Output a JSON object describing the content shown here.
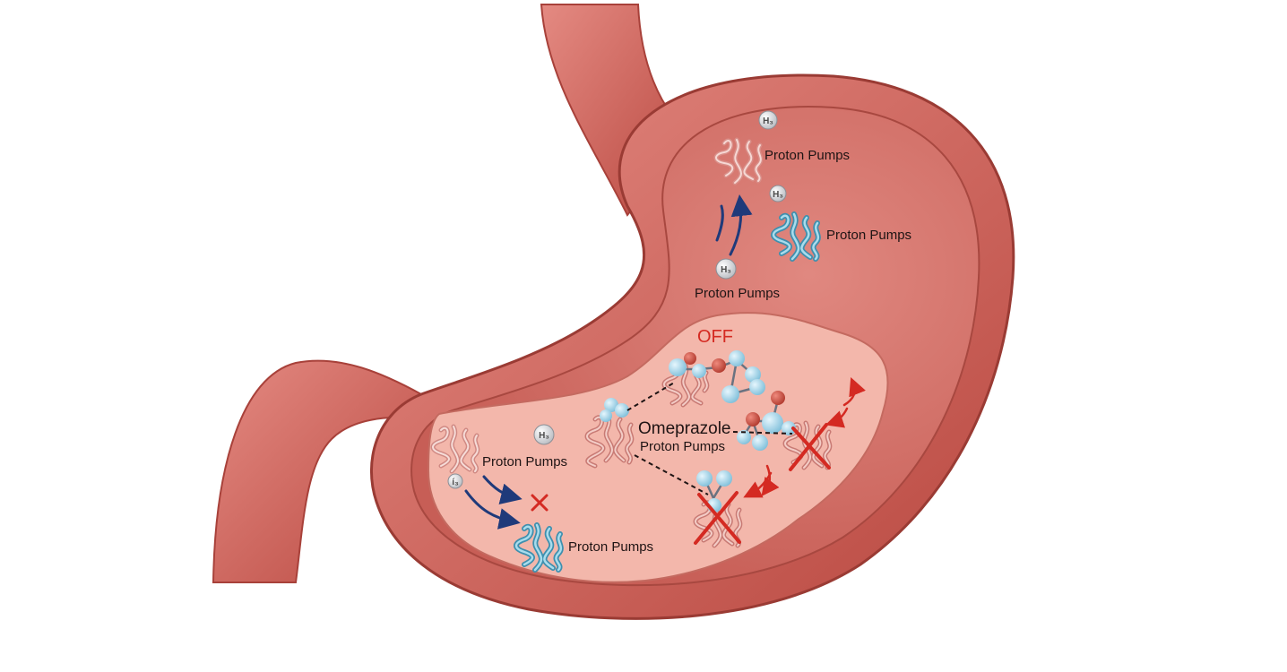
{
  "diagram": {
    "labels": {
      "pump_top": "Proton Pumps",
      "pump_right": "Proton Pumps",
      "pump_mid": "Proton Pumps",
      "pump_left": "Proton Pumps",
      "pump_bottom": "Proton Pumps",
      "pump_center": "Proton Pumps",
      "drug": "Omeprazole",
      "state": "OFF"
    },
    "ions": {
      "i1": "H₃",
      "i2": "H₃",
      "i3": "H₃",
      "i4": "H₃",
      "i5": "í₃"
    },
    "colors": {
      "wall": "#c8574f",
      "lumen": "#d8726b",
      "contents": "#f3b7ab",
      "pump_active": "#6fb4cd",
      "pump_inactive": "#e8b4ae",
      "arrow_active": "#1f3a7a",
      "arrow_inhibit": "#d42a22",
      "molecule_blue": "#a9d8ec",
      "molecule_red": "#c94a3c"
    },
    "icons": [
      "proton-pump-icon",
      "hydrogen-ion-icon",
      "omeprazole-molecule-icon",
      "inhibition-cross-icon"
    ]
  }
}
